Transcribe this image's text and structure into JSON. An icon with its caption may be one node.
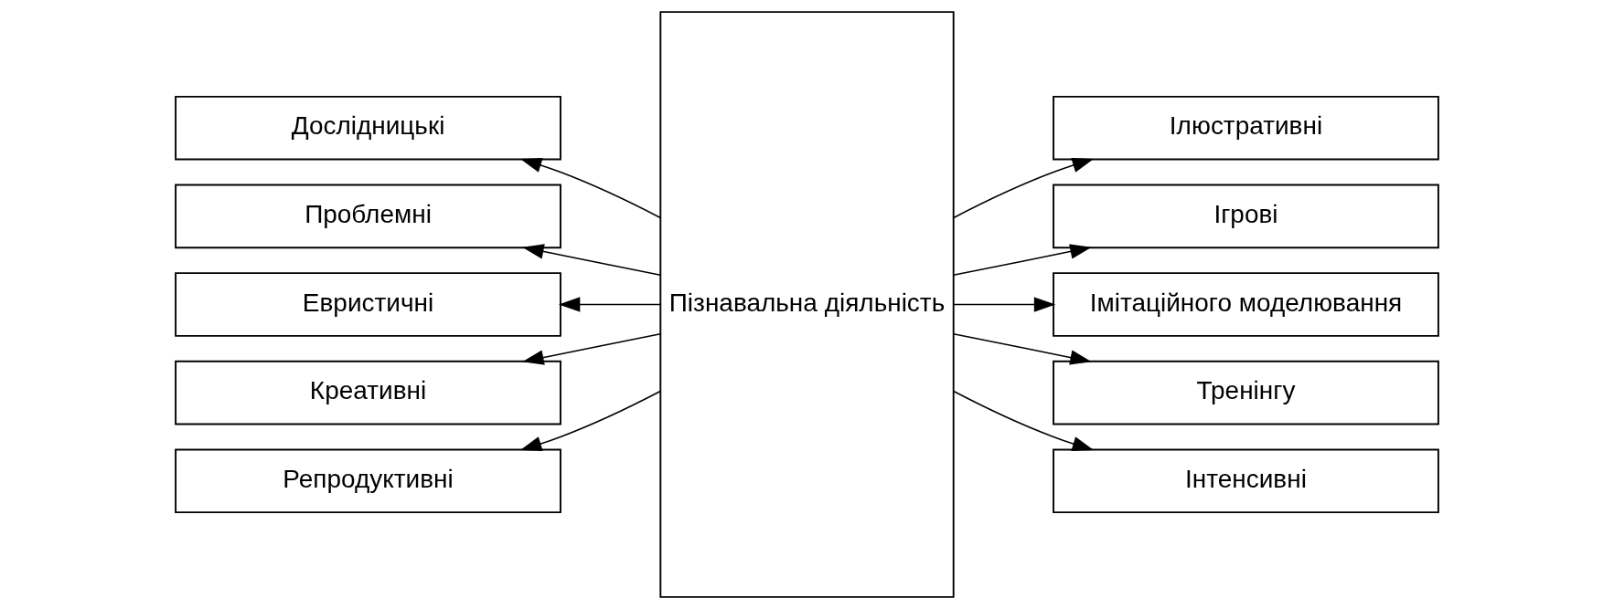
{
  "diagram": {
    "nodes": [
      {
        "text": [
          "Пізнавальна діяльність"
        ]
      },
      {
        "text": [
          "Дослідницькі"
        ]
      },
      {
        "text": [
          "Проблемні"
        ]
      },
      {
        "text": [
          "Евристичні"
        ]
      },
      {
        "text": [
          "Креативні"
        ]
      },
      {
        "text": [
          "Репродуктивні"
        ]
      },
      {
        "text": [
          "Ілюстративні"
        ]
      },
      {
        "text": [
          "Ігрові"
        ]
      },
      {
        "text": [
          "Імітаційного моделювання"
        ]
      },
      {
        "text": [
          "Тренінгу"
        ]
      },
      {
        "text": [
          "Інтенсивні"
        ]
      }
    ],
    "edges": [
      {
        "from": 0,
        "to": 1,
        "arrow": "to"
      },
      {
        "from": 0,
        "to": 2,
        "arrow": "to"
      },
      {
        "from": 0,
        "to": 3,
        "arrow": "to"
      },
      {
        "from": 0,
        "to": 4,
        "arrow": "to"
      },
      {
        "from": 0,
        "to": 5,
        "arrow": "to"
      },
      {
        "from": 0,
        "to": 6,
        "arrow": "to"
      },
      {
        "from": 0,
        "to": 7,
        "arrow": "to"
      },
      {
        "from": 0,
        "to": 8,
        "arrow": "to"
      },
      {
        "from": 0,
        "to": 9,
        "arrow": "to"
      },
      {
        "from": 0,
        "to": 10,
        "arrow": "to"
      }
    ]
  }
}
